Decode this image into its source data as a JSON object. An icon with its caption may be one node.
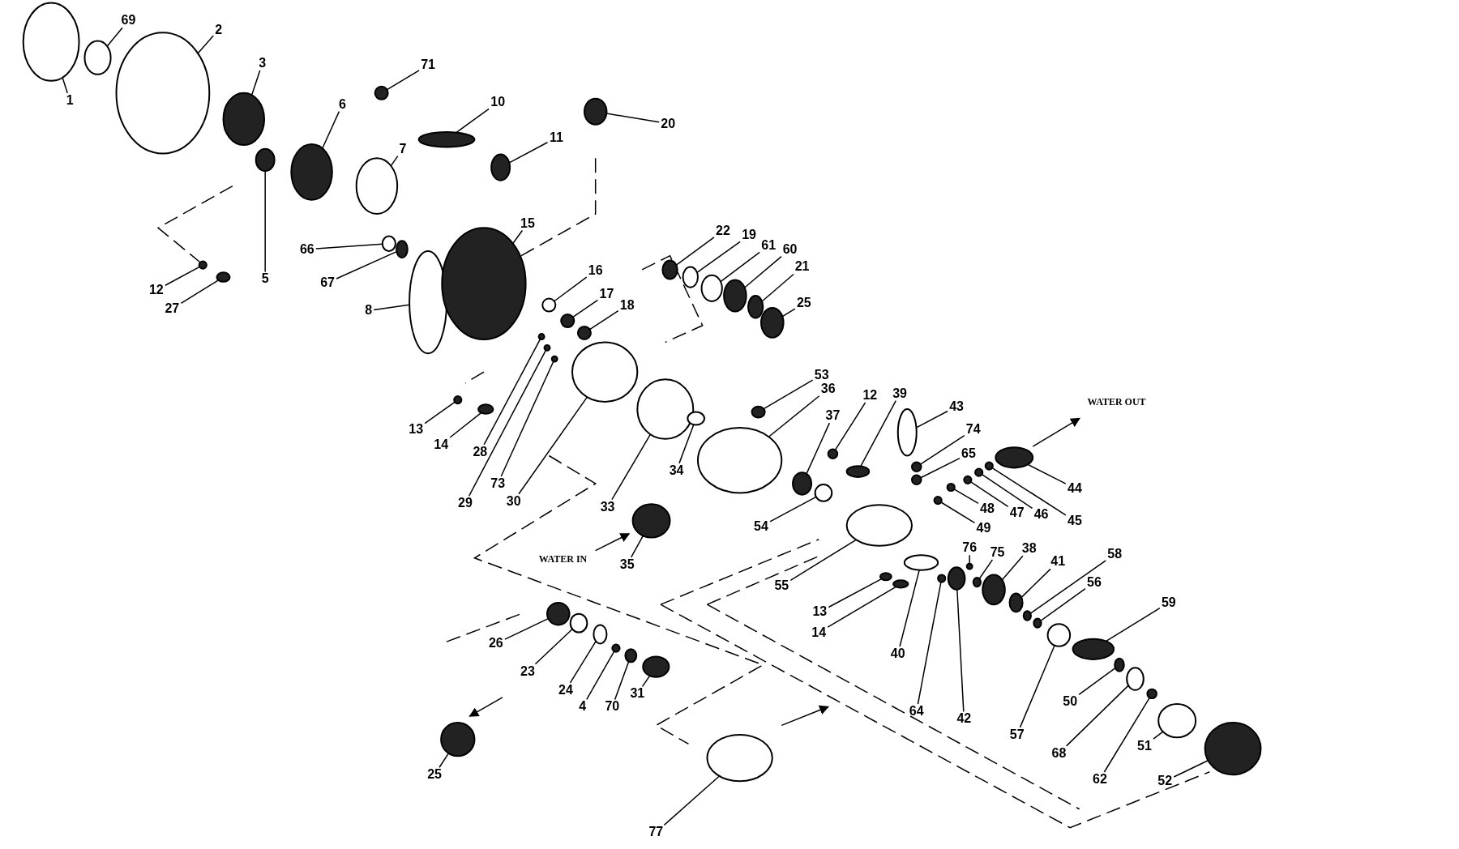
{
  "diagram": {
    "nodes": [
      {
        "text": [
          "1"
        ]
      },
      {
        "text": [
          "69"
        ]
      },
      {
        "text": [
          "2"
        ]
      },
      {
        "text": [
          "3"
        ]
      },
      {
        "text": [
          "5"
        ]
      },
      {
        "text": [
          "6"
        ]
      },
      {
        "text": [
          "7"
        ]
      },
      {
        "text": [
          "71"
        ]
      },
      {
        "text": [
          "10"
        ]
      },
      {
        "text": [
          "11"
        ]
      },
      {
        "text": [
          "20"
        ]
      },
      {
        "text": [
          "12"
        ]
      },
      {
        "text": [
          "27"
        ]
      },
      {
        "text": [
          "66"
        ]
      },
      {
        "text": [
          "67"
        ]
      },
      {
        "text": [
          "8"
        ]
      },
      {
        "text": [
          "15"
        ]
      },
      {
        "text": [
          "22"
        ]
      },
      {
        "text": [
          "19"
        ]
      },
      {
        "text": [
          "61"
        ]
      },
      {
        "text": [
          "60"
        ]
      },
      {
        "text": [
          "21"
        ]
      },
      {
        "text": [
          "25"
        ]
      },
      {
        "text": [
          "16"
        ]
      },
      {
        "text": [
          "17"
        ]
      },
      {
        "text": [
          "18"
        ]
      },
      {
        "text": [
          "13"
        ]
      },
      {
        "text": [
          "14"
        ]
      },
      {
        "text": [
          "28"
        ]
      },
      {
        "text": [
          "29"
        ]
      },
      {
        "text": [
          "73"
        ]
      },
      {
        "text": [
          "30"
        ]
      },
      {
        "text": [
          "33"
        ]
      },
      {
        "text": [
          "53"
        ]
      },
      {
        "text": [
          "36"
        ]
      },
      {
        "text": [
          "34"
        ]
      },
      {
        "text": [
          "37"
        ]
      },
      {
        "text": [
          "12"
        ]
      },
      {
        "text": [
          "39"
        ]
      },
      {
        "text": [
          "43"
        ]
      },
      {
        "text": [
          "74"
        ]
      },
      {
        "text": [
          "65"
        ]
      },
      {
        "text": [
          "48"
        ]
      },
      {
        "text": [
          "49"
        ]
      },
      {
        "text": [
          "47"
        ]
      },
      {
        "text": [
          "46"
        ]
      },
      {
        "text": [
          "45"
        ]
      },
      {
        "text": [
          "44"
        ]
      },
      {
        "text": [
          "54"
        ]
      },
      {
        "text": [
          "55"
        ]
      },
      {
        "text": [
          "35"
        ]
      },
      {
        "text": [
          "13"
        ]
      },
      {
        "text": [
          "14"
        ]
      },
      {
        "text": [
          "40"
        ]
      },
      {
        "text": [
          "64"
        ]
      },
      {
        "text": [
          "42"
        ]
      },
      {
        "text": [
          "76"
        ]
      },
      {
        "text": [
          "75"
        ]
      },
      {
        "text": [
          "38"
        ]
      },
      {
        "text": [
          "41"
        ]
      },
      {
        "text": [
          "58"
        ]
      },
      {
        "text": [
          "56"
        ]
      },
      {
        "text": [
          "59"
        ]
      },
      {
        "text": [
          "57"
        ]
      },
      {
        "text": [
          "50"
        ]
      },
      {
        "text": [
          "68"
        ]
      },
      {
        "text": [
          "62"
        ]
      },
      {
        "text": [
          "51"
        ]
      },
      {
        "text": [
          "52"
        ]
      },
      {
        "text": [
          "26"
        ]
      },
      {
        "text": [
          "23"
        ]
      },
      {
        "text": [
          "24"
        ]
      },
      {
        "text": [
          "4"
        ]
      },
      {
        "text": [
          "70"
        ]
      },
      {
        "text": [
          "31"
        ]
      },
      {
        "text": [
          "25"
        ]
      },
      {
        "text": [
          "77"
        ]
      },
      {
        "text": [],
        "shape": "circle"
      },
      {
        "text": [],
        "shape": "circle"
      },
      {
        "text": [],
        "shape": "circle"
      },
      {
        "text": [],
        "shape": "circle"
      },
      {
        "text": [],
        "shape": "circle"
      },
      {
        "text": [],
        "shape": "circle"
      },
      {
        "text": [],
        "shape": "circle"
      },
      {
        "text": [],
        "shape": "circle"
      },
      {
        "text": [],
        "shape": "circle"
      },
      {
        "text": [],
        "shape": "circle"
      },
      {
        "text": [],
        "shape": "circle"
      },
      {
        "text": [],
        "shape": "circle"
      },
      {
        "text": [],
        "shape": "circle"
      },
      {
        "text": [],
        "shape": "circle"
      },
      {
        "text": [],
        "shape": "circle"
      },
      {
        "text": [],
        "shape": "circle"
      },
      {
        "text": [],
        "shape": "circle"
      },
      {
        "text": [],
        "shape": "circle"
      },
      {
        "text": [],
        "shape": "circle"
      },
      {
        "text": [],
        "shape": "circle"
      },
      {
        "text": [],
        "shape": "circle"
      },
      {
        "text": [],
        "shape": "circle"
      },
      {
        "text": [],
        "shape": "circle"
      },
      {
        "text": [],
        "shape": "circle"
      },
      {
        "text": [],
        "shape": "circle"
      },
      {
        "text": [],
        "shape": "circle"
      },
      {
        "text": [],
        "shape": "circle"
      },
      {
        "text": [],
        "shape": "circle"
      },
      {
        "text": [],
        "shape": "circle"
      },
      {
        "text": [],
        "shape": "circle"
      },
      {
        "text": [],
        "shape": "circle"
      },
      {
        "text": [],
        "shape": "circle"
      },
      {
        "text": [],
        "shape": "circle"
      },
      {
        "text": [],
        "shape": "circle"
      },
      {
        "text": [],
        "shape": "circle"
      },
      {
        "text": [],
        "shape": "circle"
      },
      {
        "text": [],
        "shape": "circle"
      },
      {
        "text": [],
        "shape": "circle"
      },
      {
        "text": [],
        "shape": "circle"
      },
      {
        "text": [],
        "shape": "circle"
      },
      {
        "text": [],
        "shape": "circle"
      },
      {
        "text": [],
        "shape": "circle"
      },
      {
        "text": [],
        "shape": "circle"
      },
      {
        "text": [],
        "shape": "circle"
      },
      {
        "text": [],
        "shape": "circle"
      },
      {
        "text": [],
        "shape": "circle"
      },
      {
        "text": [],
        "shape": "circle"
      },
      {
        "text": [],
        "shape": "circle"
      },
      {
        "text": [],
        "shape": "circle"
      },
      {
        "text": [],
        "shape": "circle"
      },
      {
        "text": [],
        "shape": "circle"
      },
      {
        "text": [],
        "shape": "circle"
      },
      {
        "text": [],
        "shape": "circle"
      },
      {
        "text": [],
        "shape": "circle"
      },
      {
        "text": [],
        "shape": "circle"
      },
      {
        "text": [],
        "shape": "circle"
      },
      {
        "text": [],
        "shape": "circle"
      },
      {
        "text": [],
        "shape": "circle"
      },
      {
        "text": [],
        "shape": "circle"
      },
      {
        "text": [],
        "shape": "circle"
      },
      {
        "text": [],
        "shape": "circle"
      },
      {
        "text": [],
        "shape": "circle"
      },
      {
        "text": [],
        "shape": "circle"
      },
      {
        "text": [],
        "shape": "circle"
      },
      {
        "text": [],
        "shape": "circle"
      },
      {
        "text": [],
        "shape": "circle"
      },
      {
        "text": [],
        "shape": "circle"
      },
      {
        "text": [],
        "shape": "circle"
      },
      {
        "text": [],
        "shape": "circle"
      },
      {
        "text": [],
        "shape": "circle"
      },
      {
        "text": [],
        "shape": "circle"
      },
      {
        "text": [],
        "shape": "circle"
      },
      {
        "text": [],
        "shape": "circle"
      },
      {
        "text": [],
        "shape": "circle"
      },
      {
        "text": [],
        "shape": "circle"
      },
      {
        "text": [],
        "shape": "circle"
      },
      {
        "text": [],
        "shape": "circle"
      }
    ],
    "edges": [
      {
        "from": 0,
        "to": 77,
        "arrow": "none"
      },
      {
        "from": 1,
        "to": 78,
        "arrow": "none"
      },
      {
        "from": 2,
        "to": 79,
        "arrow": "none"
      },
      {
        "from": 3,
        "to": 80,
        "arrow": "none"
      },
      {
        "from": 4,
        "to": 81,
        "arrow": "none"
      },
      {
        "from": 5,
        "to": 82,
        "arrow": "none"
      },
      {
        "from": 6,
        "to": 83,
        "arrow": "none"
      },
      {
        "from": 7,
        "to": 84,
        "arrow": "none"
      },
      {
        "from": 8,
        "to": 85,
        "arrow": "none"
      },
      {
        "from": 9,
        "to": 86,
        "arrow": "none"
      },
      {
        "from": 10,
        "to": 87,
        "arrow": "none"
      },
      {
        "from": 11,
        "to": 88,
        "arrow": "none"
      },
      {
        "from": 12,
        "to": 89,
        "arrow": "none"
      },
      {
        "from": 13,
        "to": 90,
        "arrow": "none"
      },
      {
        "from": 14,
        "to": 91,
        "arrow": "none"
      },
      {
        "from": 15,
        "to": 92,
        "arrow": "none"
      },
      {
        "from": 16,
        "to": 93,
        "arrow": "none"
      },
      {
        "from": 17,
        "to": 94,
        "arrow": "none"
      },
      {
        "from": 18,
        "to": 95,
        "arrow": "none"
      },
      {
        "from": 19,
        "to": 96,
        "arrow": "none"
      },
      {
        "from": 20,
        "to": 97,
        "arrow": "none"
      },
      {
        "from": 21,
        "to": 98,
        "arrow": "none"
      },
      {
        "from": 22,
        "to": 99,
        "arrow": "none"
      },
      {
        "from": 23,
        "to": 100,
        "arrow": "none"
      },
      {
        "from": 24,
        "to": 101,
        "arrow": "none"
      },
      {
        "from": 25,
        "to": 102,
        "arrow": "none"
      },
      {
        "from": 26,
        "to": 103,
        "arrow": "none"
      },
      {
        "from": 27,
        "to": 104,
        "arrow": "none"
      },
      {
        "from": 28,
        "to": 105,
        "arrow": "none"
      },
      {
        "from": 29,
        "to": 106,
        "arrow": "none"
      },
      {
        "from": 30,
        "to": 107,
        "arrow": "none"
      },
      {
        "from": 31,
        "to": 108,
        "arrow": "none"
      },
      {
        "from": 32,
        "to": 109,
        "arrow": "none"
      },
      {
        "from": 33,
        "to": 110,
        "arrow": "none"
      },
      {
        "from": 34,
        "to": 111,
        "arrow": "none"
      },
      {
        "from": 35,
        "to": 112,
        "arrow": "none"
      },
      {
        "from": 36,
        "to": 113,
        "arrow": "none"
      },
      {
        "from": 37,
        "to": 114,
        "arrow": "none"
      },
      {
        "from": 38,
        "to": 115,
        "arrow": "none"
      },
      {
        "from": 39,
        "to": 116,
        "arrow": "none"
      },
      {
        "from": 40,
        "to": 117,
        "arrow": "none"
      },
      {
        "from": 41,
        "to": 118,
        "arrow": "none"
      },
      {
        "from": 42,
        "to": 119,
        "arrow": "none"
      },
      {
        "from": 43,
        "to": 120,
        "arrow": "none"
      },
      {
        "from": 44,
        "to": 121,
        "arrow": "none"
      },
      {
        "from": 45,
        "to": 122,
        "arrow": "none"
      },
      {
        "from": 46,
        "to": 123,
        "arrow": "none"
      },
      {
        "from": 47,
        "to": 124,
        "arrow": "none"
      },
      {
        "from": 48,
        "to": 125,
        "arrow": "none"
      },
      {
        "from": 49,
        "to": 126,
        "arrow": "none"
      },
      {
        "from": 50,
        "to": 127,
        "arrow": "none"
      },
      {
        "from": 51,
        "to": 128,
        "arrow": "none"
      },
      {
        "from": 52,
        "to": 129,
        "arrow": "none"
      },
      {
        "from": 53,
        "to": 130,
        "arrow": "none"
      },
      {
        "from": 54,
        "to": 131,
        "arrow": "none"
      },
      {
        "from": 55,
        "to": 132,
        "arrow": "none"
      },
      {
        "from": 56,
        "to": 133,
        "arrow": "none"
      },
      {
        "from": 57,
        "to": 134,
        "arrow": "none"
      },
      {
        "from": 58,
        "to": 135,
        "arrow": "none"
      },
      {
        "from": 59,
        "to": 136,
        "arrow": "none"
      },
      {
        "from": 60,
        "to": 137,
        "arrow": "none"
      },
      {
        "from": 61,
        "to": 138,
        "arrow": "none"
      },
      {
        "from": 62,
        "to": 139,
        "arrow": "none"
      },
      {
        "from": 63,
        "to": 140,
        "arrow": "none"
      },
      {
        "from": 64,
        "to": 141,
        "arrow": "none"
      },
      {
        "from": 65,
        "to": 142,
        "arrow": "none"
      },
      {
        "from": 66,
        "to": 143,
        "arrow": "none"
      },
      {
        "from": 67,
        "to": 144,
        "arrow": "none"
      },
      {
        "from": 68,
        "to": 145,
        "arrow": "none"
      },
      {
        "from": 69,
        "to": 146,
        "arrow": "none"
      },
      {
        "from": 70,
        "to": 147,
        "arrow": "none"
      },
      {
        "from": 71,
        "to": 148,
        "arrow": "none"
      },
      {
        "from": 72,
        "to": 149,
        "arrow": "none"
      },
      {
        "from": 73,
        "to": 150,
        "arrow": "none"
      },
      {
        "from": 74,
        "to": 151,
        "arrow": "none"
      },
      {
        "from": 75,
        "to": 152,
        "arrow": "none"
      },
      {
        "from": 76,
        "to": 153,
        "arrow": "none"
      }
    ],
    "labels": [
      "WATER OUT",
      "WATER IN"
    ]
  }
}
